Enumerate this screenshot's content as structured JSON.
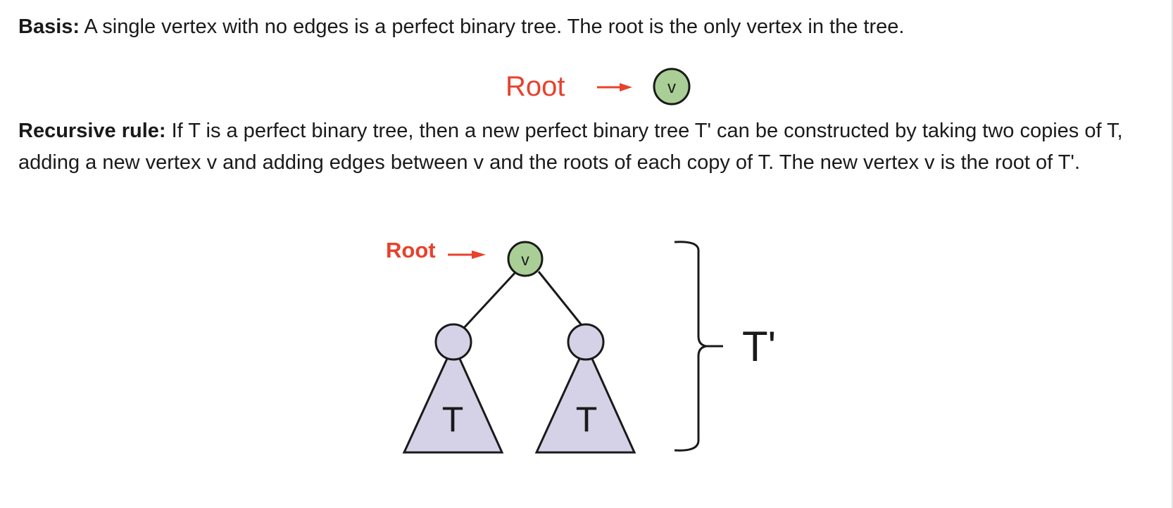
{
  "basis": {
    "label": "Basis:",
    "text": " A single vertex with no edges is a perfect binary tree. The root is the only vertex in the tree."
  },
  "figure1": {
    "root_label": "Root",
    "vertex_label": "v"
  },
  "recursive": {
    "label": "Recursive rule:",
    "text": " If T is a perfect binary tree, then a new perfect binary tree T' can be constructed by taking two copies of T, adding a new vertex v and adding edges between v and the roots of each copy of T. The new vertex v is the root of T'."
  },
  "figure2": {
    "root_label": "Root",
    "vertex_label": "v",
    "left_subtree_label": "T",
    "right_subtree_label": "T",
    "brace_label": "T'"
  },
  "colors": {
    "root_text": "#e8412c",
    "root_vertex_fill": "#a9cf96",
    "subtree_fill": "#d5d1e6",
    "stroke": "#1a1a1a"
  }
}
